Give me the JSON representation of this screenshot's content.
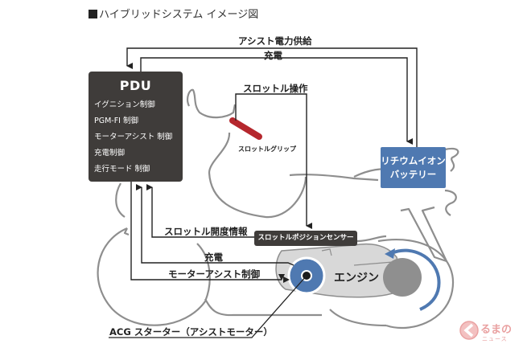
{
  "title": "ハイブリッドシステム イメージ図",
  "pdu": {
    "heading": "PDU",
    "items": [
      "イグニション制御",
      "PGM-FI 制御",
      "モーターアシスト 制御",
      "充電制御",
      "走行モード 制御"
    ]
  },
  "battery": {
    "line1": "リチウムイオン",
    "line2": "バッテリー"
  },
  "sensor": {
    "label": "スロットルポジションセンサー"
  },
  "throttle_grip": {
    "label": "スロットルグリップ"
  },
  "engine": {
    "label": "エンジン"
  },
  "acg": {
    "label": "ACG スターター（アシストモーター）"
  },
  "flows": {
    "assist_power": "アシスト電力供給",
    "charge_top": "充電",
    "throttle_op": "スロットル操作",
    "throttle_info": "スロットル開度情報",
    "charge_bottom": "充電",
    "motor_assist": "モーターアシスト制御"
  },
  "logo": {
    "line1": "るまの",
    "line2": "ニュース"
  },
  "colors": {
    "pdu": "#3f3c3a",
    "battery": "#4f79b1",
    "grip": "#b5272d",
    "motor": "#4f79b1",
    "outline": "#8e8e8e",
    "engine_fill": "#d8d8d8"
  }
}
